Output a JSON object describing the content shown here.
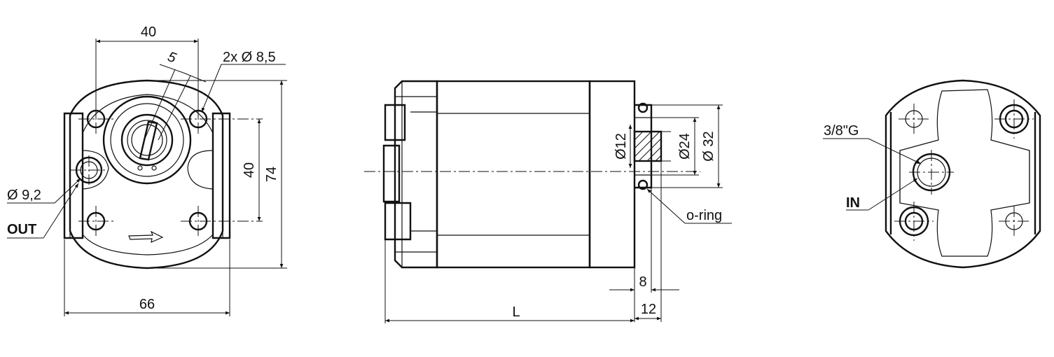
{
  "front_view": {
    "dim_top_width": "40",
    "dim_keyway": "5",
    "dim_holes": "2x Ø 8,5",
    "dim_port_diameter": "Ø 9,2",
    "dim_hole_spacing": "40",
    "dim_height": "74",
    "dim_width": "66",
    "port_label": "OUT"
  },
  "side_view": {
    "dim_shaft": "Ø12",
    "dim_pilot_inner": "Ø24",
    "dim_pilot_outer": "Ø 32",
    "oring_label": "o-ring",
    "dim_shaft_length": "8",
    "dim_pilot_length": "12",
    "dim_length": "L"
  },
  "rear_view": {
    "port_thread": "3/8\"G",
    "port_label": "IN"
  }
}
